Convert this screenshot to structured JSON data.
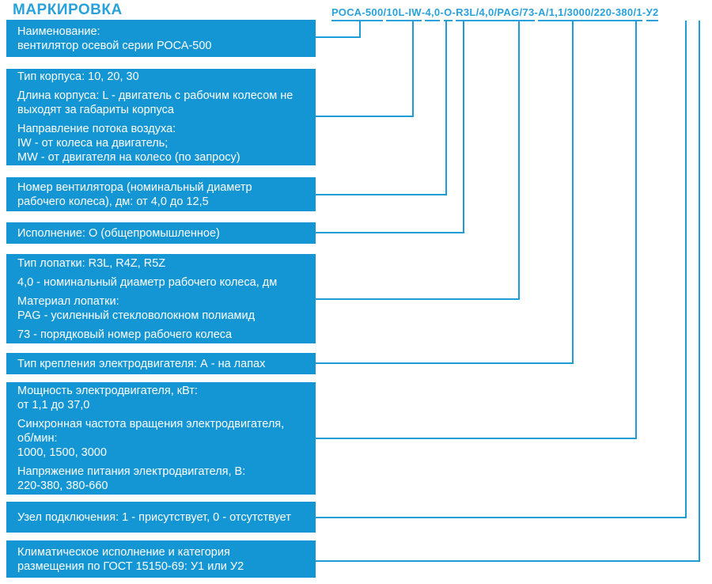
{
  "title": "МАРКИРОВКА",
  "colors": {
    "box_fill": "#1496D4",
    "accent_blue": "#29A1DA",
    "connector": "#1E9CD8",
    "text_on_box": "#FFFFFF"
  },
  "code": {
    "full": "РОСА-500/10L-IW-4,0-О-R3L/4,0/PAG/73-А/1,1/3000/220-380/1-У2",
    "segments": [
      {
        "text": "РОСА-500",
        "underline": true
      },
      {
        "text": "/",
        "underline": false
      },
      {
        "text": "10L-IW",
        "underline": true
      },
      {
        "text": "-",
        "underline": false
      },
      {
        "text": "4,0",
        "underline": true
      },
      {
        "text": "-",
        "underline": false
      },
      {
        "text": "О",
        "underline": true
      },
      {
        "text": "-",
        "underline": false
      },
      {
        "text": "R3L/4,0/PAG/73",
        "underline": true
      },
      {
        "text": "-",
        "underline": false
      },
      {
        "text": "А/1,1/3000/220-380/1",
        "underline": true
      },
      {
        "text": "-",
        "underline": false
      },
      {
        "text": "У2",
        "underline": true
      }
    ]
  },
  "boxes": [
    {
      "name": "name",
      "paragraphs": [
        "Наименование:\nвентилятор осевой серии РОСА-500"
      ]
    },
    {
      "name": "housing",
      "paragraphs": [
        "Тип корпуса: 10, 20, 30",
        "Длина корпуса: L - двигатель с рабочим колесом не\nвыходят за габариты корпуса",
        "Направление потока воздуха:\nIW - от колеса на двигатель;\nMW - от двигателя на колесо (по запросу)"
      ]
    },
    {
      "name": "fan-number",
      "paragraphs": [
        "Номер вентилятора (номинальный диаметр\nрабочего колеса), дм: от 4,0 до 12,5"
      ]
    },
    {
      "name": "design",
      "paragraphs": [
        "Исполнение: О (общепромышленное)"
      ]
    },
    {
      "name": "blade",
      "paragraphs": [
        "Тип лопатки: R3L, R4Z, R5Z",
        "4,0 - номинальный диаметр рабочего колеса, дм",
        "Материал лопатки:\nPAG - усиленный стекловолокном полиамид",
        "73 - порядковый номер рабочего колеса"
      ]
    },
    {
      "name": "motor-mount",
      "paragraphs": [
        "Тип крепления электродвигателя: А - на лапах"
      ]
    },
    {
      "name": "motor-electrical",
      "paragraphs": [
        "Мощность электродвигателя, кВт:\nот 1,1 до 37,0",
        "Синхронная частота вращения электродвигателя,\nоб/мин:\n1000, 1500, 3000",
        "Напряжение питания электродвигателя, В:\n220-380, 380-660"
      ]
    },
    {
      "name": "connection-unit",
      "paragraphs": [
        "Узел подключения: 1 - присутствует, 0 - отсутствует"
      ]
    },
    {
      "name": "climatic",
      "paragraphs": [
        "Климатическое исполнение и категория\nразмещения по ГОСТ 15150-69: У1 или У2"
      ]
    }
  ]
}
